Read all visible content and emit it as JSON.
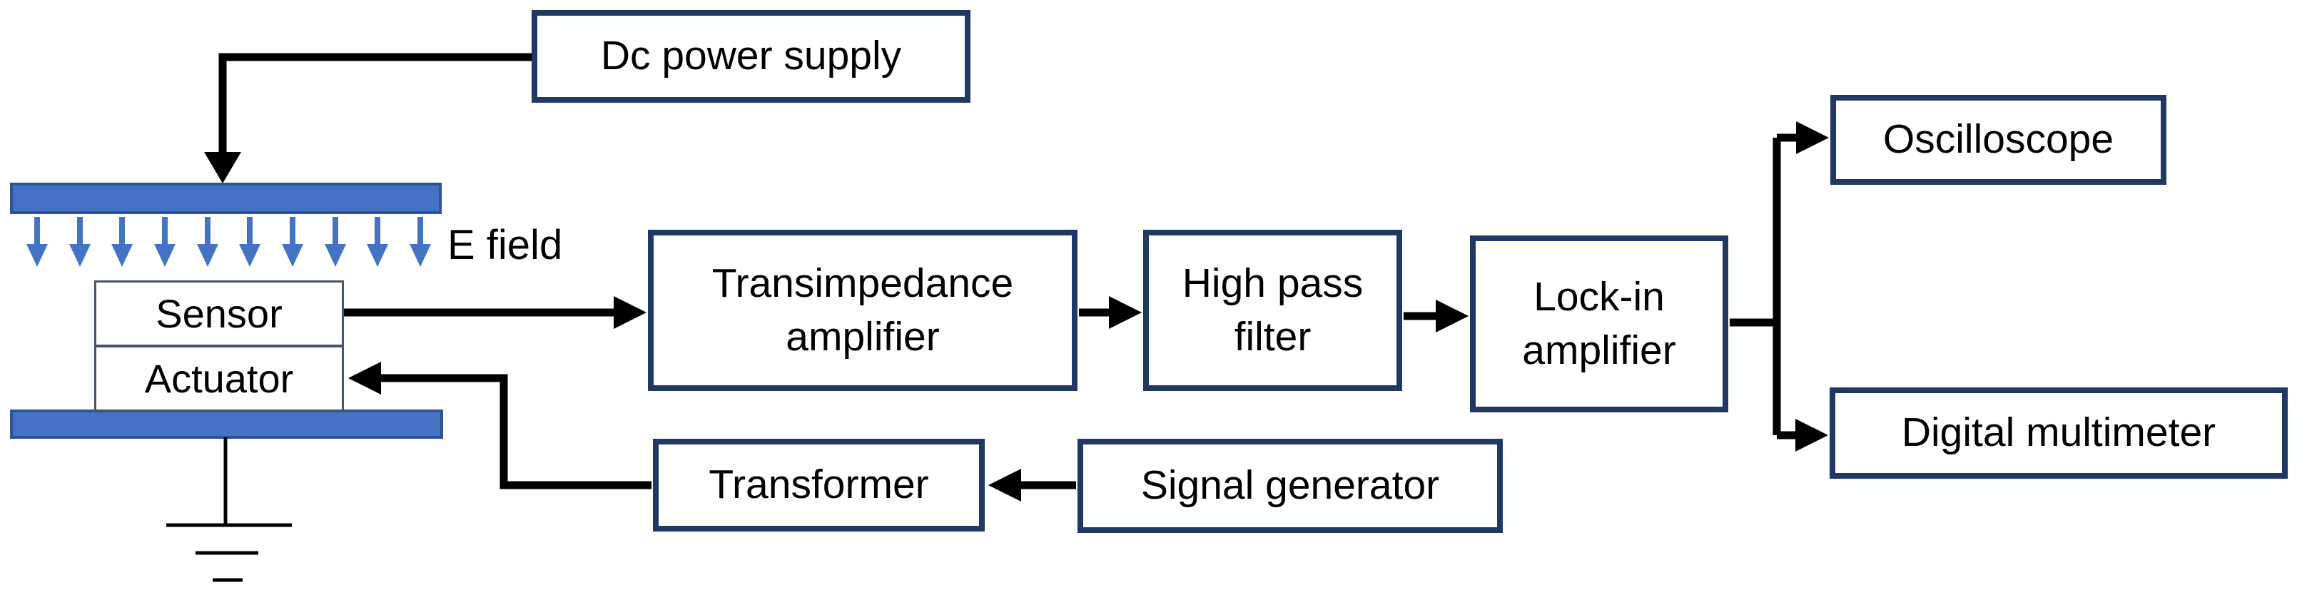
{
  "diagram": {
    "boxes": {
      "dc_power_supply": "Dc power supply",
      "sensor": "Sensor",
      "actuator": "Actuator",
      "transimpedance_amplifier": "Transimpedance amplifier",
      "high_pass_filter": "High pass filter",
      "lock_in_amplifier": "Lock-in amplifier",
      "oscilloscope": "Oscilloscope",
      "digital_multimeter": "Digital multimeter",
      "transformer": "Transformer",
      "signal_generator": "Signal generator"
    },
    "labels": {
      "e_field": "E field"
    },
    "colors": {
      "box_border": "#1f3864",
      "sensor_actuator_border": "#44546a",
      "plate_fill": "#4472c4",
      "plate_border": "#2e5396",
      "field_arrow": "#4472c4",
      "wire": "#000000",
      "text": "#000000"
    }
  }
}
